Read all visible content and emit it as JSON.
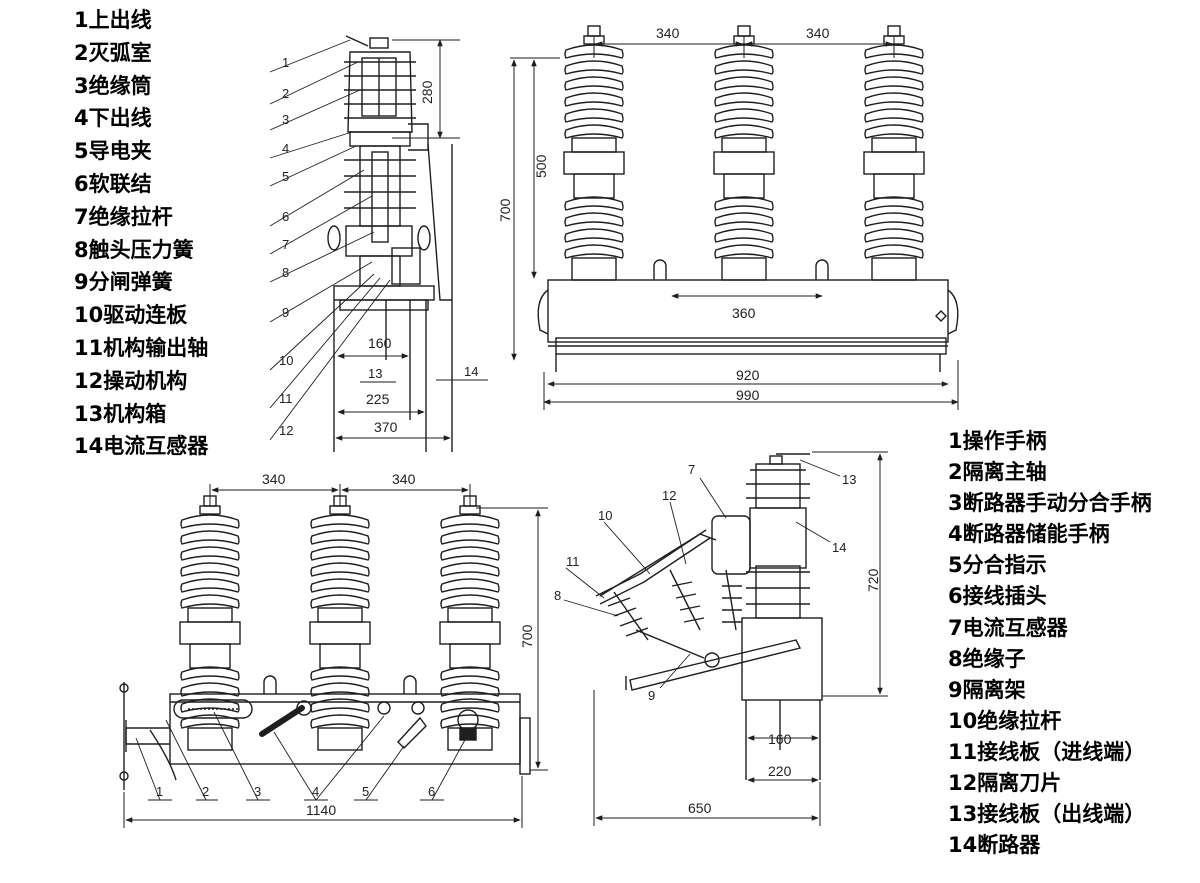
{
  "legend_left": [
    "1上出线",
    "2灭弧室",
    "3绝缘筒",
    "4下出线",
    "5导电夹",
    "6软联结",
    "7绝缘拉杆",
    "8触头压力簧",
    "9分闸弹簧",
    "10驱动连板",
    "11机构输出轴",
    "12操动机构",
    "13机构箱",
    "14电流互感器"
  ],
  "legend_right": [
    "1操作手柄",
    "2隔离主轴",
    "3断路器手动分合手柄",
    "4断路器储能手柄",
    "5分合指示",
    "6接线插头",
    "7电流互感器",
    "8绝缘子",
    "9隔离架",
    "10绝缘拉杆",
    "11接线板（进线端）",
    "12隔离刀片",
    "13接线板（出线端）",
    "14断路器"
  ],
  "section_view": {
    "callouts": [
      "1",
      "2",
      "3",
      "4",
      "5",
      "6",
      "7",
      "8",
      "9",
      "10",
      "11",
      "12",
      "13",
      "14"
    ],
    "dims": {
      "top_height": "280",
      "w160": "160",
      "w225": "225",
      "w370": "370"
    }
  },
  "front_top": {
    "dims": {
      "pitch_left": "340",
      "pitch_right": "340",
      "h500": "500",
      "h700": "700",
      "w360": "360",
      "w920": "920",
      "w990": "990"
    }
  },
  "front_bottom": {
    "dims": {
      "pitch_left": "340",
      "pitch_right": "340",
      "h700": "700",
      "w1140": "1140"
    },
    "callouts": [
      "1",
      "2",
      "3",
      "4",
      "5",
      "6"
    ]
  },
  "side_view": {
    "dims": {
      "h720": "720",
      "w160": "160",
      "w220": "220",
      "w650": "650"
    },
    "callouts": [
      "7",
      "10",
      "11",
      "12",
      "8",
      "9",
      "13",
      "14"
    ]
  },
  "colors": {
    "line": "#1e1e1e",
    "text": "#222222"
  }
}
